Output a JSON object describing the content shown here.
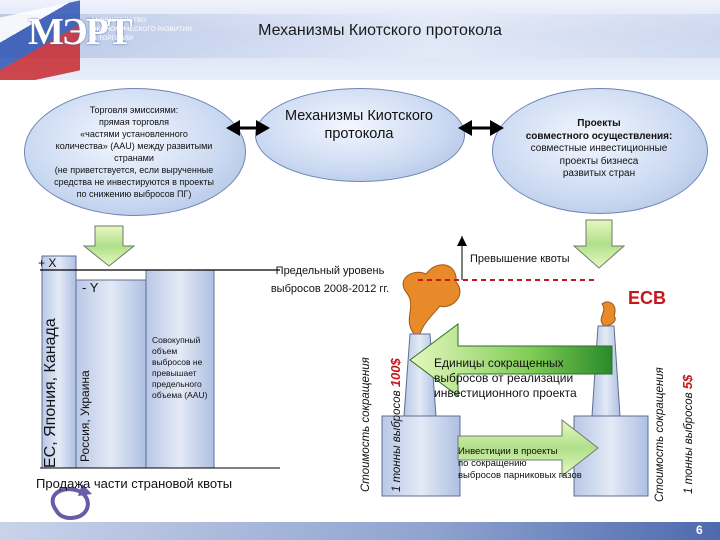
{
  "header": {
    "logo_text": "МЭРТ",
    "ministry_lines": [
      "министерство",
      "экономического развития",
      "и торговли"
    ],
    "title": "Механизмы Киотского протокола"
  },
  "diagram": {
    "center_oval": "Механизмы Киотского протокола",
    "left_oval": {
      "lines": [
        "Торговля эмиссиями:",
        "прямая торговля",
        "«частями установленного",
        "количества» (AAU) между развитыми",
        "странами",
        "(не приветствуется, если вырученные",
        "средства не инвестируются в проекты",
        "по снижению выбросов ПГ)"
      ]
    },
    "right_oval": {
      "bold_lines": [
        "Проекты",
        "совместного осуществления:"
      ],
      "lines": [
        "совместные инвестиционные",
        "проекты бизнеса",
        "развитых стран"
      ]
    },
    "plus_x": "+ X",
    "minus_y": "- Y",
    "eu_label": "ЕС, Япония, Канада",
    "russia_label": "Россия, Украина",
    "aau_box_lines": [
      "Совокупный",
      "объем",
      "выбросов не",
      "превышает",
      "предельного",
      "объема (AAU)"
    ],
    "limit_label_lines": [
      "Предельный уровень",
      "выбросов 2008-2012 гг."
    ],
    "sale_label": "Продажа части страновой квоты",
    "quota_excess": "Превышение квоты",
    "ecb": "ECB",
    "cost_left": "Стоимость сокращения",
    "cost_left_unit": "1 тонны выбросов",
    "cost_left_value": "100$",
    "cost_right": "Стоимость сокращения",
    "cost_right_unit": "1 тонны выбросов",
    "cost_right_value": "5$",
    "reduction_units_lines": [
      "Единицы сокращенных",
      "выбросов от реализации",
      "инвестиционного проекта"
    ],
    "investments_lines": [
      "Инвестиции в проекты",
      "по сокращению",
      "выбросов парниковых газов"
    ]
  },
  "colors": {
    "arrow_green_light": "#e6f8bf",
    "arrow_green_dark": "#2a8a2a",
    "ecb_red": "#c8161d",
    "smoke": "#e88a2a",
    "cost_red": "#c8161d"
  },
  "page_number": "6"
}
